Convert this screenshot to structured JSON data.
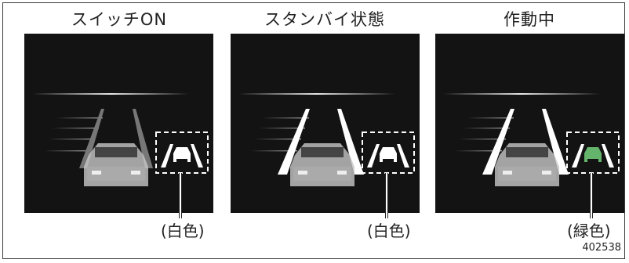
{
  "figure": {
    "figure_id": "402538",
    "colors": {
      "panel_bg": "#131313",
      "white": "#ffffff",
      "green": "#64b46c"
    },
    "panels": [
      {
        "key": "switch-on",
        "title": "スイッチON",
        "color_note": "(白色)",
        "icon_color": "#ffffff",
        "lanes_bright": false
      },
      {
        "key": "standby",
        "title": "スタンバイ状態",
        "color_note": "(白色)",
        "icon_color": "#ffffff",
        "lanes_bright": true
      },
      {
        "key": "active",
        "title": "作動中",
        "color_note": "(緑色)",
        "icon_color": "#64b46c",
        "lanes_bright": true
      }
    ]
  }
}
